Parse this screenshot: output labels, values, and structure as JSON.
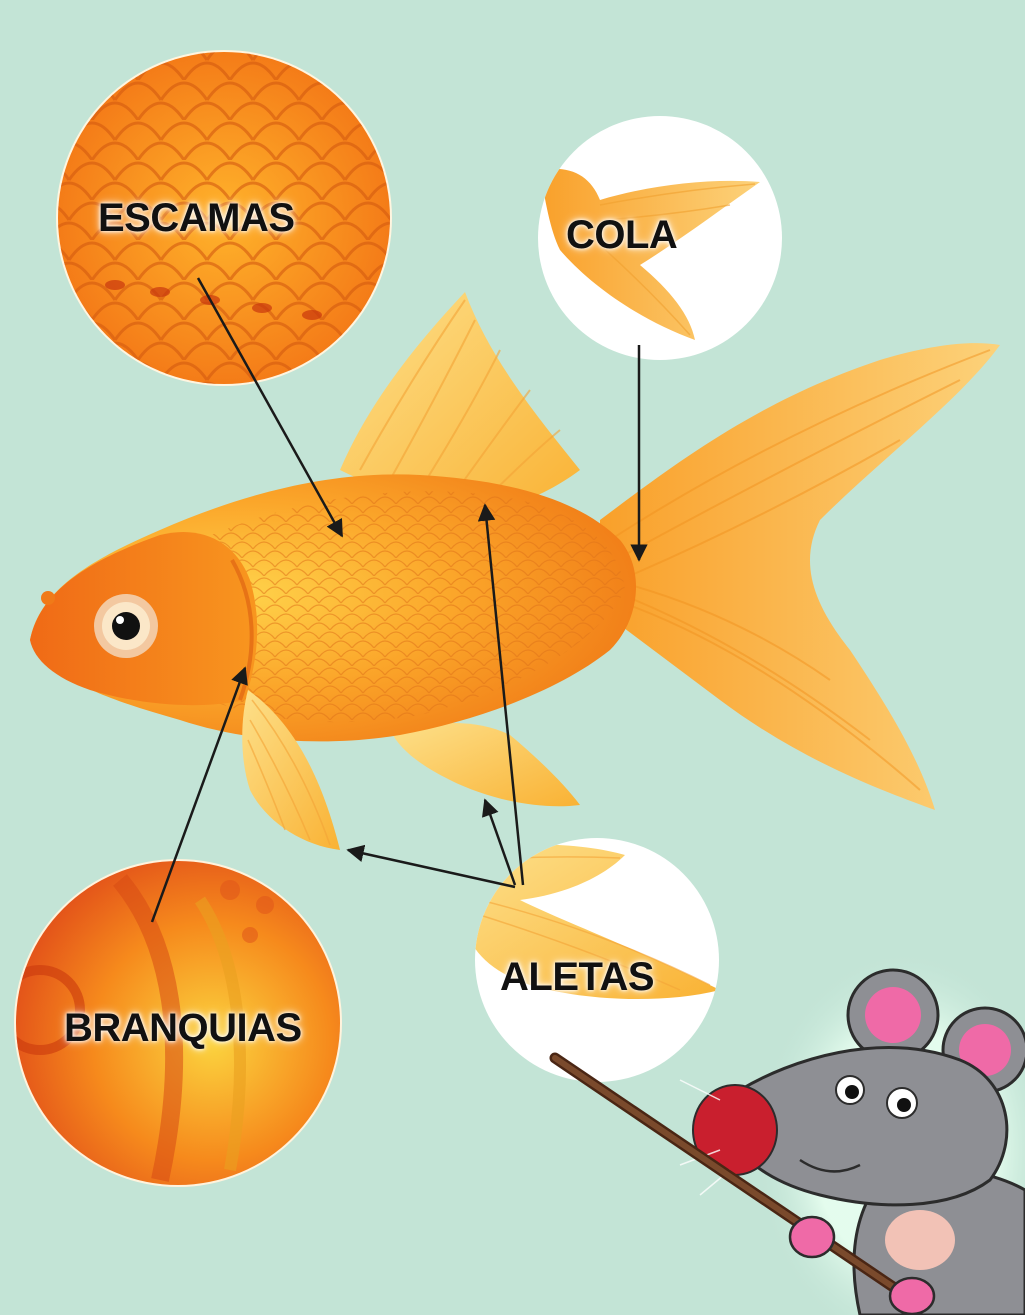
{
  "labels": {
    "escamas": "ESCAMAS",
    "cola": "COLA",
    "aletas": "ALETAS",
    "branquias": "BRANQUIAS"
  },
  "colors": {
    "background": "#c3e4d6",
    "fish_body": "#f79a22",
    "fish_fin": "#fbc65a",
    "arrow": "#1a1a1a",
    "mouse_body": "#8e8f94",
    "mouse_ear_inner": "#ef6aa7",
    "mouse_nose": "#c91f2e",
    "pointer_stick": "#6b3c22"
  },
  "icons": {
    "fish": "goldfish-illustration",
    "mouse": "mouse-teacher-mascot",
    "pointer": "pointer-stick"
  }
}
